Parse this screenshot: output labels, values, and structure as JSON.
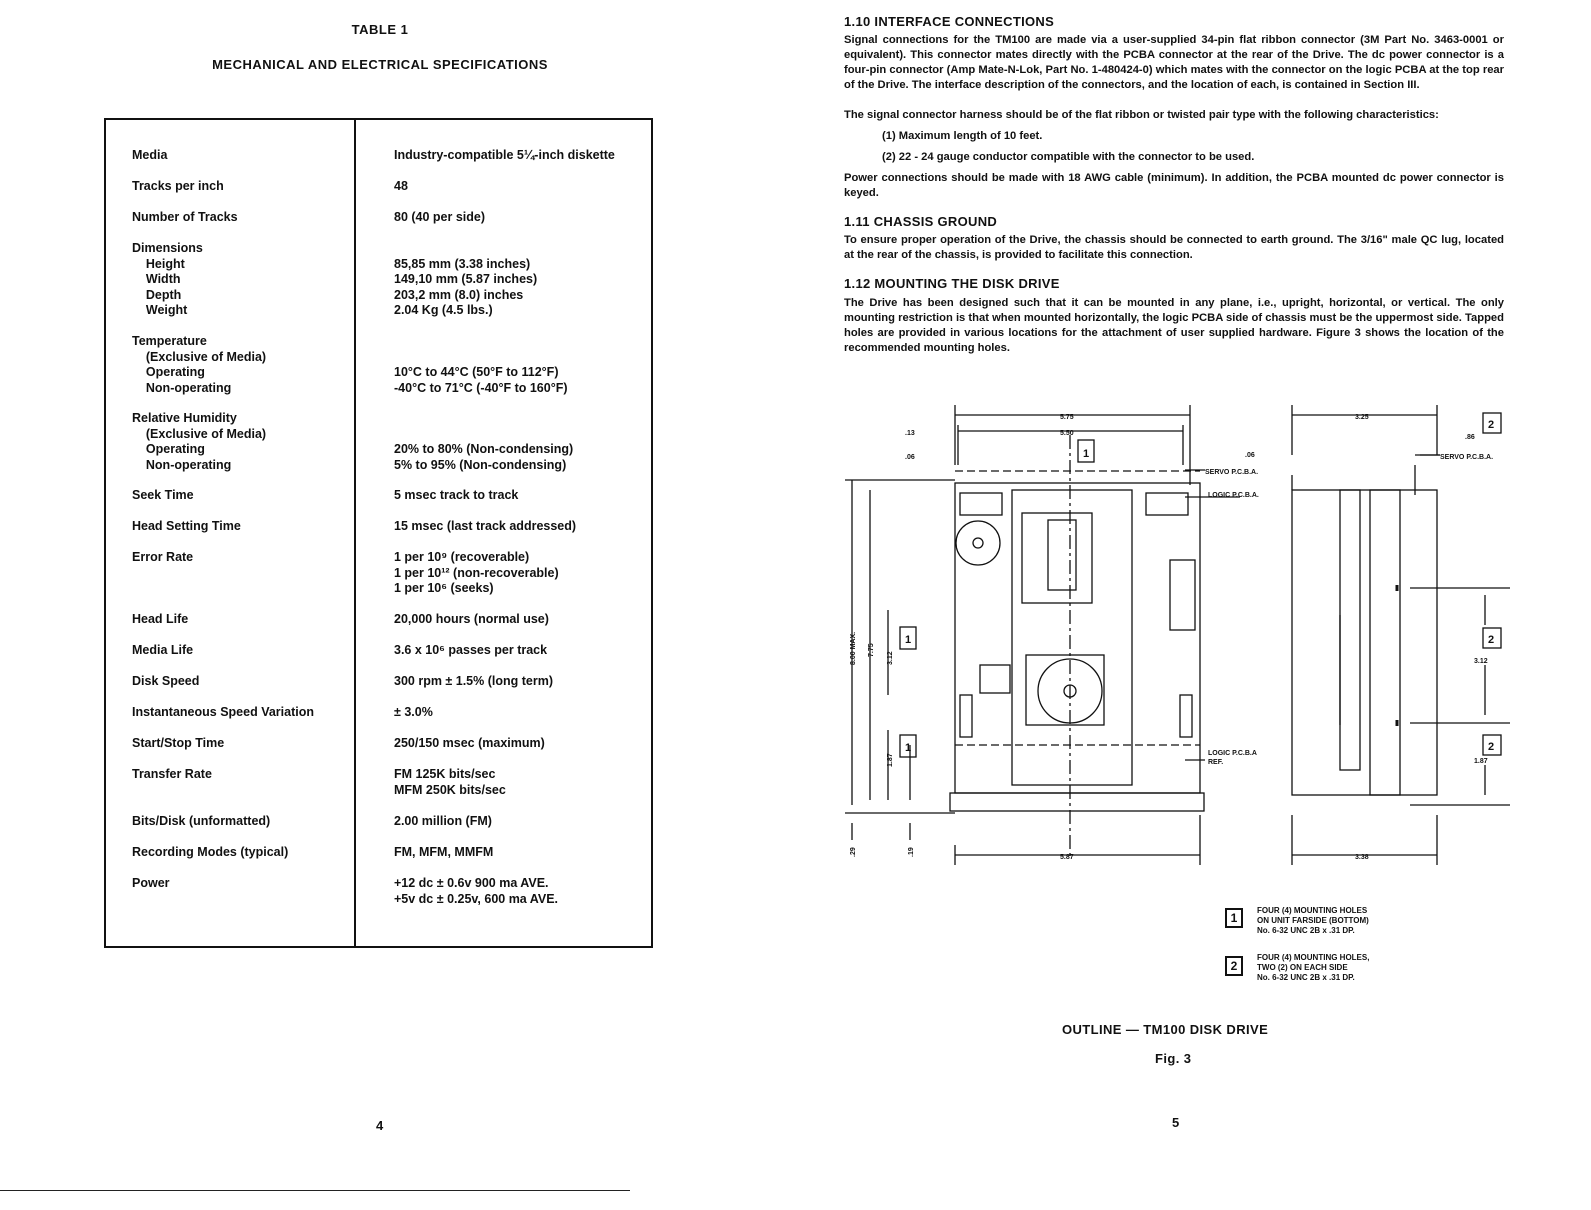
{
  "left_page": {
    "table_title": "TABLE 1",
    "table_subtitle": "MECHANICAL AND ELECTRICAL SPECIFICATIONS",
    "specs": [
      {
        "label": "Media",
        "value": "Industry-compatible 5¼-inch diskette"
      },
      {
        "label": "Tracks per inch",
        "value": "48"
      },
      {
        "label": "Number of Tracks",
        "value": "80 (40 per side)"
      },
      {
        "label": "Dimensions\n    Height\n    Width\n    Depth\n    Weight",
        "value": "\n85,85 mm (3.38 inches)\n149,10 mm (5.87 inches)\n203,2 mm (8.0) inches\n2.04 Kg (4.5 lbs.)"
      },
      {
        "label": "Temperature\n    (Exclusive of Media)\n    Operating\n    Non-operating",
        "value": "\n\n10°C to 44°C (50°F to 112°F)\n-40°C to 71°C (-40°F to 160°F)"
      },
      {
        "label": "Relative Humidity\n    (Exclusive of Media)\n    Operating\n    Non-operating",
        "value": "\n\n20% to 80% (Non-condensing)\n5% to 95% (Non-condensing)"
      },
      {
        "label": "Seek Time",
        "value": "5 msec track to track"
      },
      {
        "label": "Head Setting Time",
        "value": "15 msec (last track addressed)"
      },
      {
        "label": "Error Rate",
        "value": "1 per 10⁹ (recoverable)\n1 per 10¹² (non-recoverable)\n1 per 10⁶ (seeks)"
      },
      {
        "label": "Head Life",
        "value": "20,000 hours (normal use)"
      },
      {
        "label": "Media Life",
        "value": "3.6 x 10⁶ passes per track"
      },
      {
        "label": "Disk Speed",
        "value": "300 rpm ± 1.5% (long term)"
      },
      {
        "label": "Instantaneous Speed Variation",
        "value": "± 3.0%"
      },
      {
        "label": "Start/Stop Time",
        "value": "250/150 msec (maximum)"
      },
      {
        "label": "Transfer Rate",
        "value": "FM 125K bits/sec\nMFM 250K bits/sec"
      },
      {
        "label": "Bits/Disk (unformatted)",
        "value": "2.00 million (FM)"
      },
      {
        "label": "Recording Modes (typical)",
        "value": "FM, MFM, MMFM"
      },
      {
        "label": "Power",
        "value": "+12 dc ± 0.6v 900 ma AVE.\n+5v dc ± 0.25v, 600 ma AVE."
      }
    ],
    "page_number": "4"
  },
  "right_page": {
    "s110_head": "1.10  INTERFACE CONNECTIONS",
    "s110_p1": "Signal connections for the TM100 are made via a user-supplied 34-pin flat ribbon connector (3M Part No. 3463-0001 or equivalent). This connector mates directly with the PCBA connector at the rear of the Drive. The dc power connector is a four-pin connector (Amp Mate-N-Lok, Part No. 1-480424-0) which mates with the connector on the logic PCBA at the top rear of the Drive. The interface description of the connectors, and the location of each, is contained in Section III.",
    "s110_p2": "The signal connector harness should be of the flat ribbon or twisted pair type with the following characteristics:",
    "s110_item1": "(1) Maximum length of 10 feet.",
    "s110_item2": "(2) 22 - 24 gauge conductor compatible with the connector to be used.",
    "s110_p3": "Power connections should be made with 18 AWG cable (minimum). In addition, the PCBA mounted dc power connector is keyed.",
    "s111_head": "1.11  CHASSIS GROUND",
    "s111_p1": "To ensure proper operation of the Drive, the chassis should be connected to earth ground. The 3/16\" male QC lug, located at the rear of the chassis, is provided to facilitate this connection.",
    "s112_head": "1.12  MOUNTING THE DISK DRIVE",
    "s112_p1": "The Drive has been designed such that it can be mounted in any plane, i.e., upright, horizontal, or vertical. The only mounting restriction is that when mounted horizontally, the logic PCBA side of chassis must be the uppermost side. Tapped holes are provided in various locations for the attachment of user supplied hardware. Figure 3 shows the location of the recommended mounting holes.",
    "diagram": {
      "dim_575": "5.75",
      "dim_550": "5.50",
      "dim_13": ".13",
      "dim_06": ".06",
      "dim_06b": ".06",
      "dim_325": "3.25",
      "dim_86": ".86",
      "dim_800max": "8.00 MAX.",
      "dim_775": "7.75",
      "dim_312": "3.12",
      "dim_187": "1.87",
      "dim_29": ".29",
      "dim_19": ".19",
      "dim_587": "5.87",
      "dim_338": "3.38",
      "dim_312r": "3.12",
      "dim_187r": "1.87",
      "servo_pcba": "SERVO P.C.B.A.",
      "logic_pcba": "LOGIC P.C.B.A.",
      "logic_pcba_ref": "LOGIC P.C.B.A\nREF.",
      "servo_pcba_r": "SERVO P.C.B.A.",
      "mark1": "1",
      "mark2": "2"
    },
    "note1_num": "1",
    "note1_text": "FOUR (4) MOUNTING HOLES\nON UNIT FARSIDE (BOTTOM)\nNo. 6-32 UNC 2B x .31 DP.",
    "note2_num": "2",
    "note2_text": "FOUR (4) MOUNTING HOLES,\nTWO (2) ON EACH SIDE\nNo. 6-32 UNC 2B x .31 DP.",
    "caption": "OUTLINE — TM100 DISK DRIVE",
    "fig": "Fig. 3",
    "page_number": "5"
  }
}
